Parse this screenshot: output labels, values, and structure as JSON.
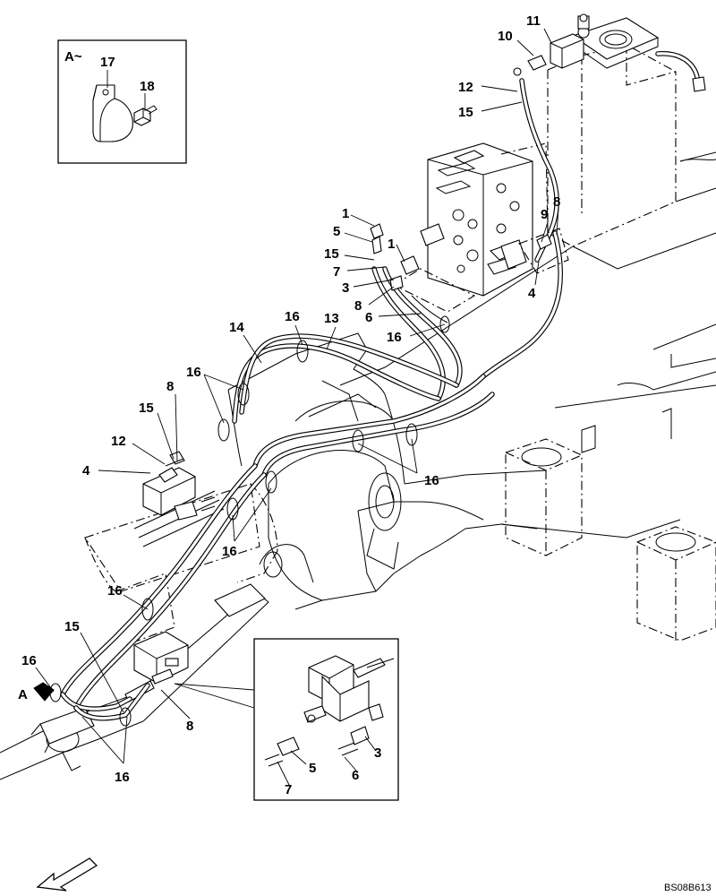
{
  "drawing": {
    "view_label": "A~",
    "direction_marker": "A",
    "reference_code": "BS08B613",
    "callouts": [
      {
        "id": "c17",
        "text": "17"
      },
      {
        "id": "c18",
        "text": "18"
      },
      {
        "id": "c10",
        "text": "10"
      },
      {
        "id": "c11",
        "text": "11"
      },
      {
        "id": "c12a",
        "text": "12"
      },
      {
        "id": "c15a",
        "text": "15"
      },
      {
        "id": "c1a",
        "text": "1"
      },
      {
        "id": "c5a",
        "text": "5"
      },
      {
        "id": "c1b",
        "text": "1"
      },
      {
        "id": "c15b",
        "text": "15"
      },
      {
        "id": "c7a",
        "text": "7"
      },
      {
        "id": "c3a",
        "text": "3"
      },
      {
        "id": "c8a",
        "text": "8"
      },
      {
        "id": "c6a",
        "text": "6"
      },
      {
        "id": "c16a",
        "text": "16"
      },
      {
        "id": "c9",
        "text": "9"
      },
      {
        "id": "c8b",
        "text": "8"
      },
      {
        "id": "c4a",
        "text": "4"
      },
      {
        "id": "c14",
        "text": "14"
      },
      {
        "id": "c16b",
        "text": "16"
      },
      {
        "id": "c13",
        "text": "13"
      },
      {
        "id": "c16c",
        "text": "16"
      },
      {
        "id": "c8c",
        "text": "8"
      },
      {
        "id": "c15c",
        "text": "15"
      },
      {
        "id": "c12b",
        "text": "12"
      },
      {
        "id": "c4b",
        "text": "4"
      },
      {
        "id": "c16d",
        "text": "16"
      },
      {
        "id": "c16e",
        "text": "16"
      },
      {
        "id": "c16f",
        "text": "16"
      },
      {
        "id": "c15d",
        "text": "15"
      },
      {
        "id": "c16g",
        "text": "16"
      },
      {
        "id": "c8d",
        "text": "8"
      },
      {
        "id": "c16h",
        "text": "16"
      },
      {
        "id": "c3b",
        "text": "3"
      },
      {
        "id": "c5b",
        "text": "5"
      },
      {
        "id": "c6b",
        "text": "6"
      },
      {
        "id": "c7b",
        "text": "7"
      }
    ]
  }
}
